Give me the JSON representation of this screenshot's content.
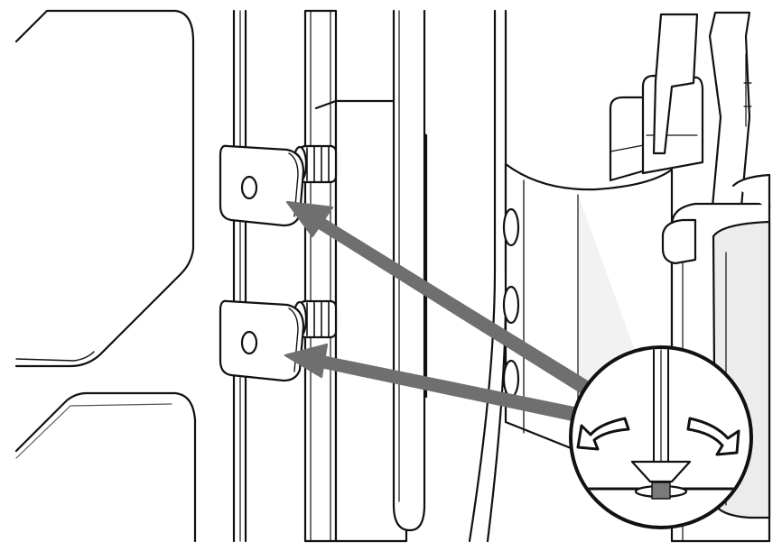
{
  "colors": {
    "background": "#ffffff",
    "outline": "#111111",
    "shade_light": "#f1f1f1",
    "shade_mid": "#e2e2e2",
    "shade_dark": "#cfcfcf",
    "arrow": "#6f6f6f",
    "screw_slot": "#7a7a7a"
  },
  "icons": {
    "arrow_upper": "pointer-arrow",
    "arrow_lower": "pointer-arrow",
    "rotation_left": "curved-rotate-arrow",
    "rotation_right": "curved-rotate-arrow",
    "tool": "screwdriver-icon",
    "screw": "countersunk-screw-icon"
  },
  "callout": {
    "instruction": "rotate-screw"
  }
}
